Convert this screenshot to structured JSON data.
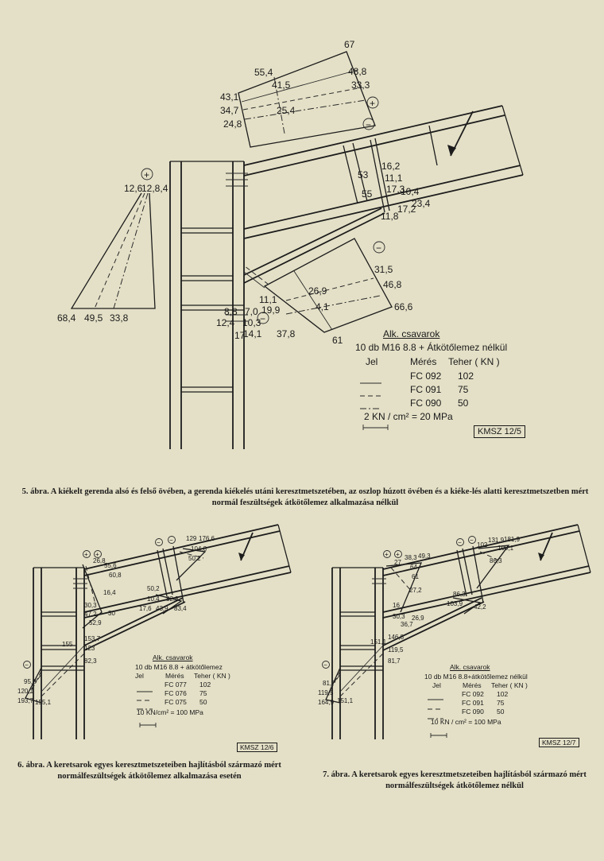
{
  "fig5": {
    "values": [
      "67",
      "55,4",
      "41,5",
      "48,8",
      "33,3",
      "43,1",
      "34,7",
      "25,4",
      "24,8",
      "12,6",
      "12,8,4",
      "16,2",
      "11,1",
      "53",
      "55",
      "17,3",
      "10,4",
      "11,8",
      "17,2",
      "23,4",
      "31,5",
      "46,8",
      "66,6",
      "26,9",
      "4,1",
      "11,1",
      "19,9",
      "37,8",
      "61",
      "68,4",
      "49,5",
      "33,8",
      "8,8",
      "7,0",
      "12,4",
      "10,3",
      "17",
      "14,1"
    ],
    "legend": {
      "title": "Alk. csavarok",
      "spec": "10 db M16  8.8  + Átkötőlemez nélkül",
      "headers": [
        "Jel",
        "Mérés",
        "Teher ( KN )"
      ],
      "rows": [
        [
          "FC 092",
          "102"
        ],
        [
          "FC 091",
          "75"
        ],
        [
          "FC 090",
          "50"
        ]
      ],
      "scale": "2 KN / cm² = 20 MPa"
    },
    "code": "KMSZ 12/5",
    "caption": "5. ábra. A kiékelt gerenda alsó és felső övében, a gerenda kiékelés utáni keresztmetszetében, az oszlop húzott övében és a kiéke-lés alatti keresztmetszetben mért normál feszültségek átkötőlemez alkalmazása nélkül"
  },
  "fig6": {
    "values": [
      "26,8",
      "55,6",
      "60,8",
      "129",
      "176,6",
      "104,8",
      "50,2",
      "16,4",
      "30,3",
      "47,2",
      "52,9",
      "30",
      "50,2",
      "10,4",
      "17,6",
      "43,9",
      "82,8",
      "83,4",
      "155",
      "153,7",
      "123",
      "82,3",
      "95,8",
      "120,1",
      "193,7",
      "155,1"
    ],
    "legend": {
      "title": "Alk. csavarok",
      "spec": "10 db M16  8.8 + átkötőlemez",
      "headers": [
        "Jel",
        "Mérés",
        "Teher ( KN )"
      ],
      "rows": [
        [
          "FC 077",
          "102"
        ],
        [
          "FC 076",
          "75"
        ],
        [
          "FC 075",
          "50"
        ]
      ],
      "scale": "10 KN/cm² = 100 MPa"
    },
    "code": "KMSZ 12/6",
    "caption": "6. ábra. A keretsarok egyes keresztmetszeteiben hajlításból származó mért normálfeszültségek átkötőlemez alkalmazása esetén"
  },
  "fig7": {
    "values": [
      "27",
      "38,3",
      "49,3",
      "64",
      "61",
      "27,2",
      "102",
      "131,9",
      "181,9",
      "100,1",
      "86,3",
      "16",
      "30,3",
      "36,7",
      "26,9",
      "86,3",
      "103,9",
      "42,2",
      "151,1",
      "146,8",
      "119,5",
      "81,7",
      "81,7",
      "119,5",
      "164,9",
      "151,1"
    ],
    "legend": {
      "title": "Alk. csavarok",
      "spec": "10 db  M16  8.8+átkötőlemez  nélkül",
      "headers": [
        "Jel",
        "Mérés",
        "Teher ( KN )"
      ],
      "rows": [
        [
          "FC 092",
          "102"
        ],
        [
          "FC 091",
          "75"
        ],
        [
          "FC 090",
          "50"
        ]
      ],
      "scale": "10 KN / cm² = 100 MPa"
    },
    "code": "KMSZ 12/7",
    "caption": "7. ábra. A keretsarok egyes keresztmetszeteiben hajlításból származó mért normálfeszültségek átkötőlemez nélkül"
  },
  "signs": {
    "plus": "+",
    "minus": "−"
  }
}
